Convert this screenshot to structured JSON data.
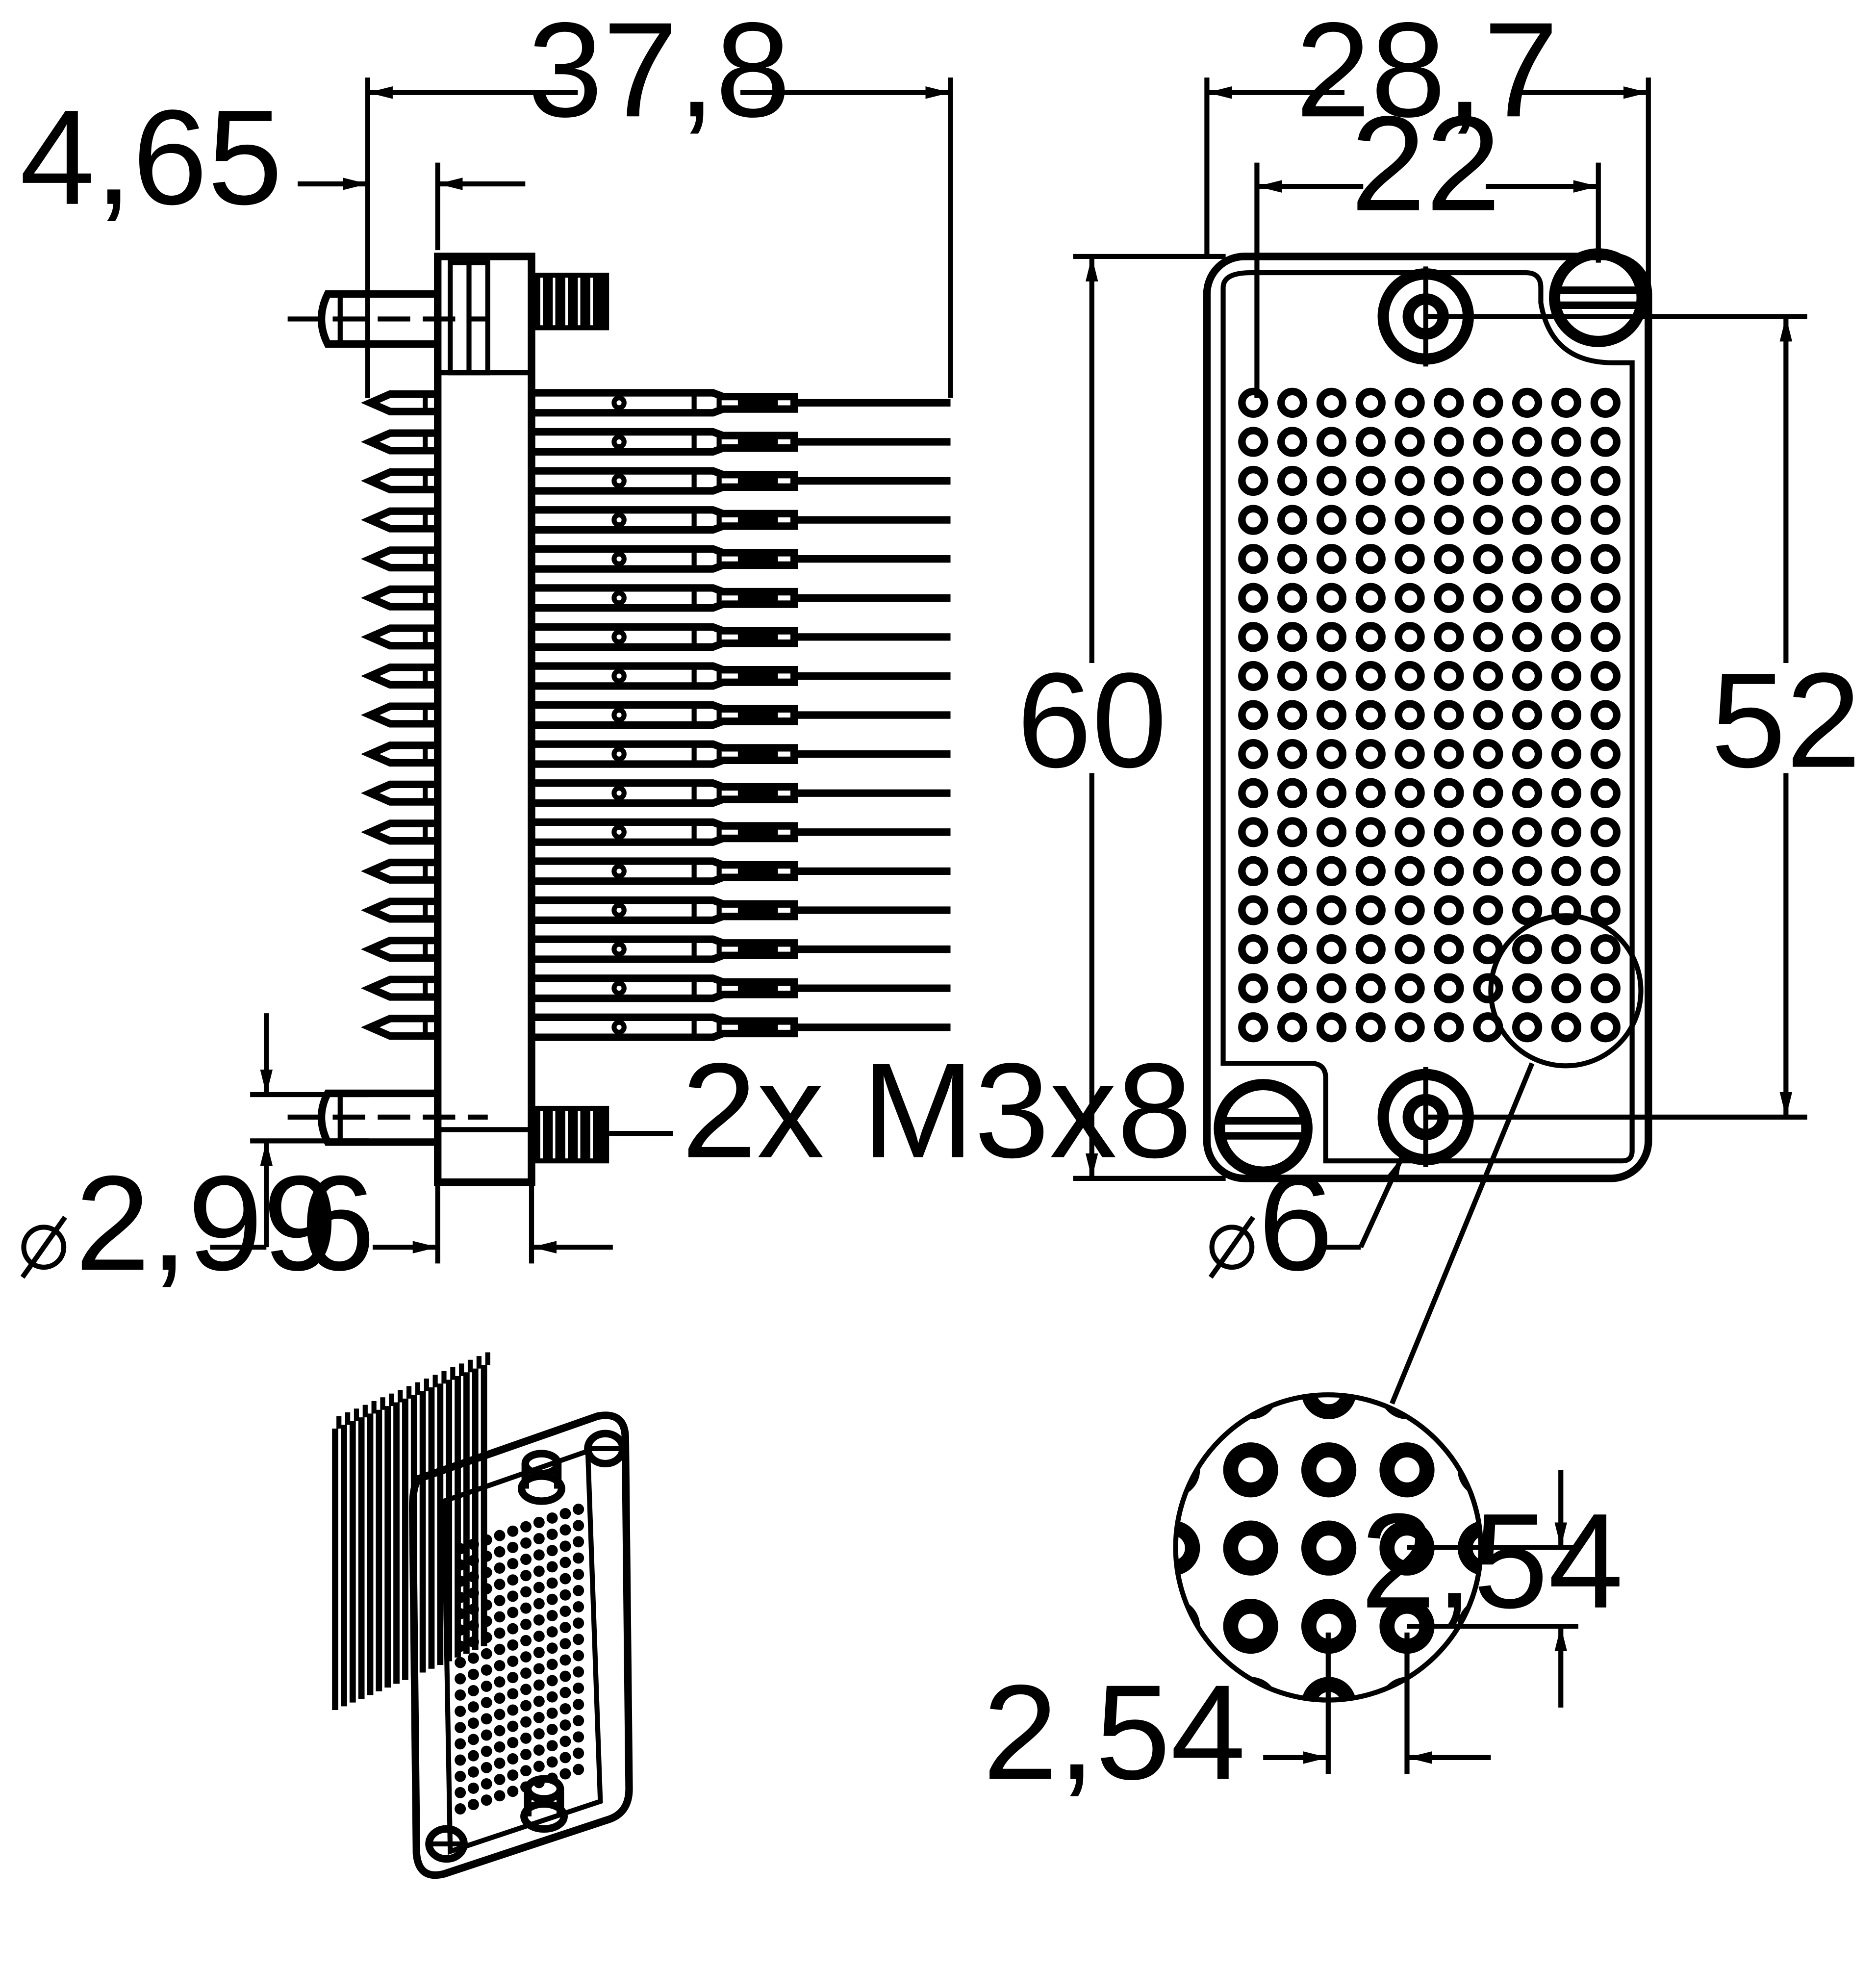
{
  "dimensions": {
    "side_length": "37,8",
    "side_offset": "4,65",
    "pin_diameter": "2,99",
    "flange_thickness": "6",
    "screws": "2x M3x8",
    "front_width": "28,7",
    "front_hole_spacing": "22",
    "front_height": "60",
    "front_hole_vertical": "52",
    "hole_diameter": "6",
    "pitch_vertical": "2,54",
    "pitch_horizontal": "2,54"
  },
  "symbols": {
    "diameter_icon": "diameter-symbol"
  },
  "grid": {
    "rows": 17,
    "cols": 10
  },
  "colors": {
    "line": "#000000",
    "background": "#ffffff"
  }
}
